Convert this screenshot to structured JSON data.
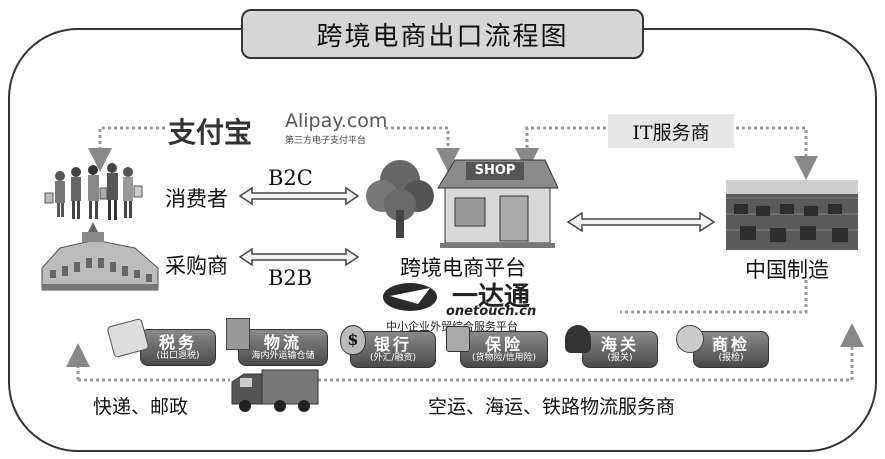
{
  "title": "跨境电商出口流程图",
  "alipay": {
    "name_zh": "支付宝",
    "name_en": "Alipay.com",
    "subtitle": "第三方电子支付平台"
  },
  "it_provider": "IT服务商",
  "consumer": "消费者",
  "purchaser": "采购商",
  "b2c": "B2C",
  "b2b": "B2B",
  "shop_sign": "SHOP",
  "platform": "跨境电商平台",
  "made_in_china": "中国制造",
  "onetouch": {
    "name_zh": "一达通",
    "domain": "onetouch.cn",
    "subtitle": "中小企业外贸综合服务平台"
  },
  "services": [
    {
      "title": "税务",
      "sub": "(出口退税)"
    },
    {
      "title": "物流",
      "sub": "海内外运输仓储"
    },
    {
      "title": "银行",
      "sub": "(外汇/融资)"
    },
    {
      "title": "保险",
      "sub": "(货物险/信用险)"
    },
    {
      "title": "海关",
      "sub": "(报关)"
    },
    {
      "title": "商检",
      "sub": "(报检)"
    }
  ],
  "express": "快递、邮政",
  "logistics_providers": "空运、海运、铁路物流服务商"
}
